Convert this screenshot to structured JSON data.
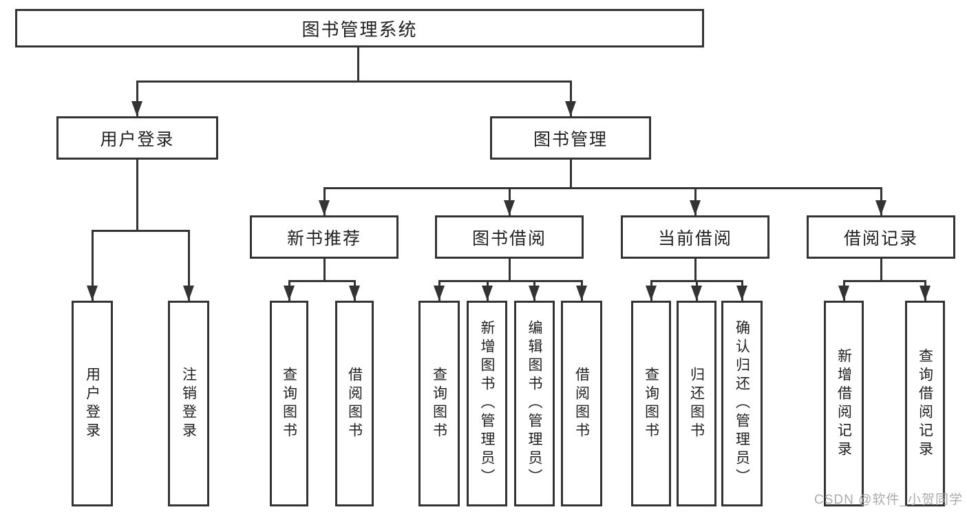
{
  "tree": {
    "root": "图书管理系统",
    "branches": [
      {
        "label": "用户登录",
        "children": [
          "用户登录",
          "注销登录"
        ]
      },
      {
        "label": "图书管理",
        "children": [
          {
            "label": "新书推荐",
            "children": [
              "查询图书",
              "借阅图书"
            ]
          },
          {
            "label": "图书借阅",
            "children": [
              "查询图书",
              "新增图书（管理员）",
              "编辑图书（管理员）",
              "借阅图书"
            ]
          },
          {
            "label": "当前借阅",
            "children": [
              "查询图书",
              "归还图书",
              "确认归还（管理员）"
            ]
          },
          {
            "label": "借阅记录",
            "children": [
              "新增借阅记录",
              "查询借阅记录"
            ]
          }
        ]
      }
    ]
  },
  "watermark": {
    "text": "CSDN @软件_小贺同学"
  },
  "colors": {
    "line": "#333333",
    "text": "#1f1f1f",
    "watermark": "#ababab",
    "background": "#ffffff"
  }
}
